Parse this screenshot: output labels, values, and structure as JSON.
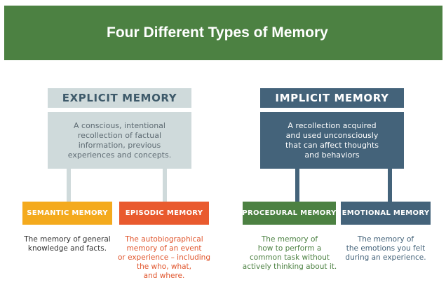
{
  "title": "Four Different Types of Memory",
  "explicit": {
    "heading": "EXPLICIT MEMORY",
    "description": "A conscious, intentional\nrecollection of factual\ninformation, previous\nexperiences and concepts."
  },
  "implicit": {
    "heading": "IMPLICIT MEMORY",
    "description": "A recollection acquired\nand used unconsciously\nthat can affect thoughts\nand behaviors"
  },
  "types": {
    "semantic": {
      "label": "SEMANTIC MEMORY",
      "caption": "The memory of general\nknowledge and facts.",
      "color": "#f4aa1d"
    },
    "episodic": {
      "label": "EPISODIC MEMORY",
      "caption": "The autobiographical\nmemory of an event\nor experience – including\nthe who, what,\nand where.",
      "color": "#e95a2e"
    },
    "procedural": {
      "label": "PROCEDURAL MEMORY",
      "caption": "The memory of\nhow to perform a\ncommon task without\nactively thinking about it.",
      "color": "#4c8142"
    },
    "emotional": {
      "label": "EMOTIONAL MEMORY",
      "caption": "The memory of\nthe emotions you felt\nduring an experience.",
      "color": "#44637a"
    }
  },
  "colors": {
    "banner": "#4c8142",
    "explicit_box": "#cfdadb",
    "implicit_box": "#44637a",
    "explicit_text": "#3e5a6a",
    "caption_text": "#333333",
    "episodic_caption_text": "#e0542b",
    "procedural_caption_text": "#4c8142",
    "emotional_caption_text": "#44637a"
  }
}
